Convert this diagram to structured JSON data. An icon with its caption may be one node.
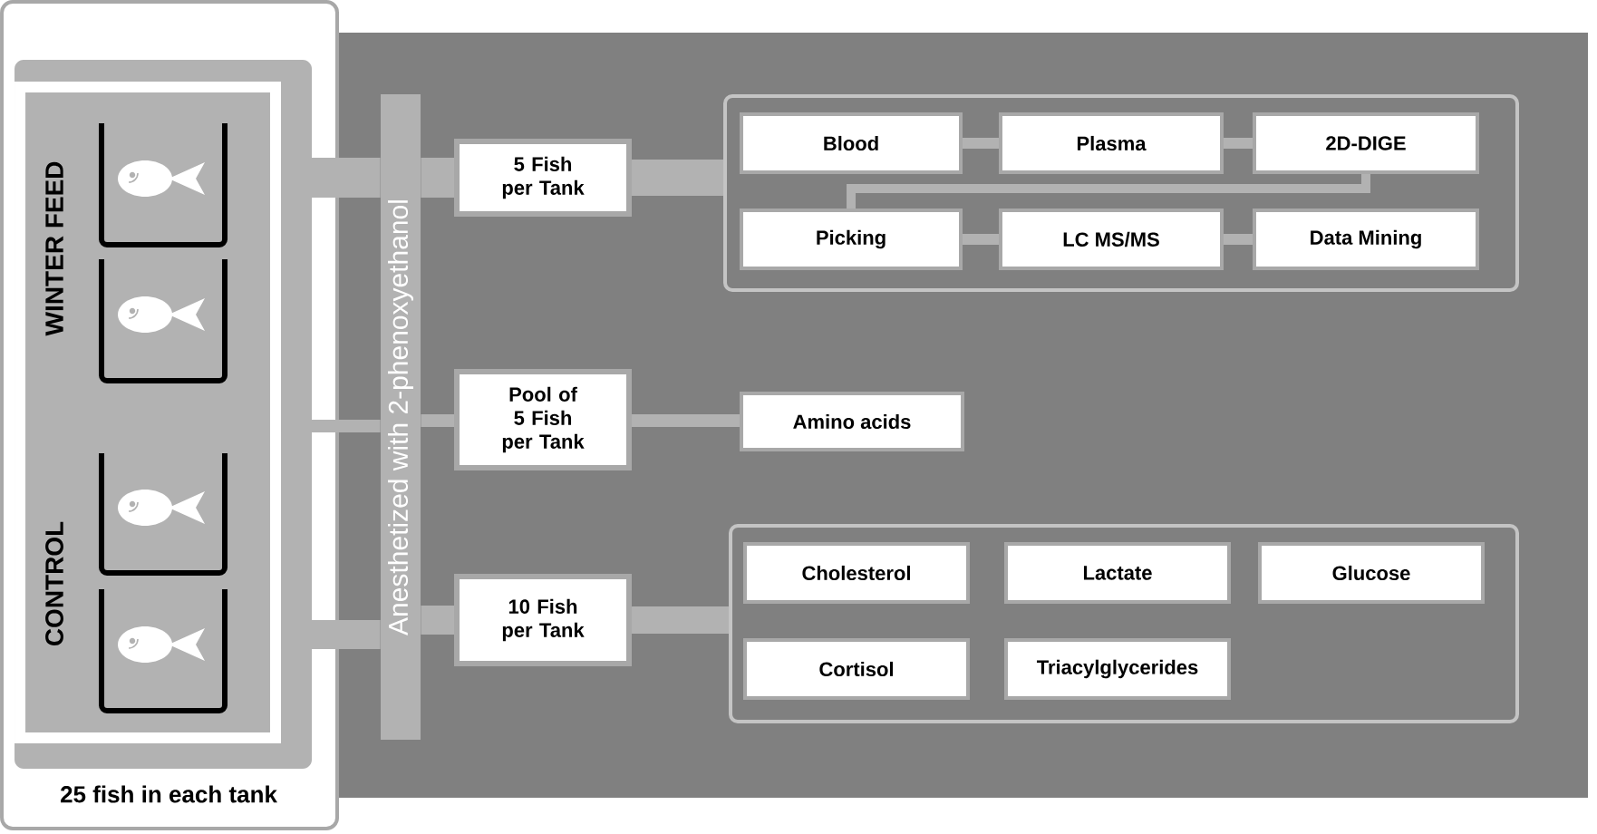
{
  "diagram": {
    "nodes": [
      {
        "text": [
          "25 fish in each tank"
        ]
      },
      {
        "text": [
          "WINTER FEED",
          "CONTROL"
        ],
        "in": 0
      },
      {
        "text": [
          "Anesthetized with 2-phenoxyethanol"
        ]
      },
      {
        "text": [
          "5 Fish per Tank"
        ]
      },
      {
        "text": [
          "Pool of 5 Fish per Tank"
        ]
      },
      {
        "text": [
          "10 Fish per Tank"
        ]
      },
      {
        "text": [],
        "shape": "box"
      },
      {
        "text": [
          "Blood"
        ],
        "in": 6
      },
      {
        "text": [
          "Plasma"
        ],
        "in": 6
      },
      {
        "text": [
          "2D-DIGE"
        ],
        "in": 6
      },
      {
        "text": [
          "Picking"
        ],
        "in": 6
      },
      {
        "text": [
          "LC MS/MS"
        ],
        "in": 6
      },
      {
        "text": [
          "Data Mining"
        ],
        "in": 6
      },
      {
        "text": [
          "Amino acids"
        ]
      },
      {
        "text": [],
        "shape": "box"
      },
      {
        "text": [
          "Cholesterol"
        ],
        "in": 14
      },
      {
        "text": [
          "Lactate"
        ],
        "in": 14
      },
      {
        "text": [
          "Glucose"
        ],
        "in": 14
      },
      {
        "text": [
          "Cortisol"
        ],
        "in": 14
      },
      {
        "text": [
          "Triacylglycerides"
        ],
        "in": 14
      }
    ],
    "edges": [
      {
        "from": 1,
        "to": 2,
        "arrow": "none",
        "style": "thick"
      },
      {
        "from": 1,
        "to": 2,
        "arrow": "none"
      },
      {
        "from": 1,
        "to": 2,
        "arrow": "none",
        "style": "thick"
      },
      {
        "from": 2,
        "to": 3,
        "arrow": "none",
        "style": "thick"
      },
      {
        "from": 2,
        "to": 4,
        "arrow": "none"
      },
      {
        "from": 2,
        "to": 5,
        "arrow": "none",
        "style": "thick"
      },
      {
        "from": 3,
        "to": 6,
        "arrow": "none",
        "style": "thick"
      },
      {
        "from": 4,
        "to": 13,
        "arrow": "none"
      },
      {
        "from": 5,
        "to": 14,
        "arrow": "none",
        "style": "thick"
      },
      {
        "from": 7,
        "to": 8,
        "arrow": "none"
      },
      {
        "from": 8,
        "to": 9,
        "arrow": "none"
      },
      {
        "from": 9,
        "to": 10,
        "arrow": "none"
      },
      {
        "from": 10,
        "to": 11,
        "arrow": "none"
      },
      {
        "from": 11,
        "to": 12,
        "arrow": "none"
      }
    ]
  }
}
